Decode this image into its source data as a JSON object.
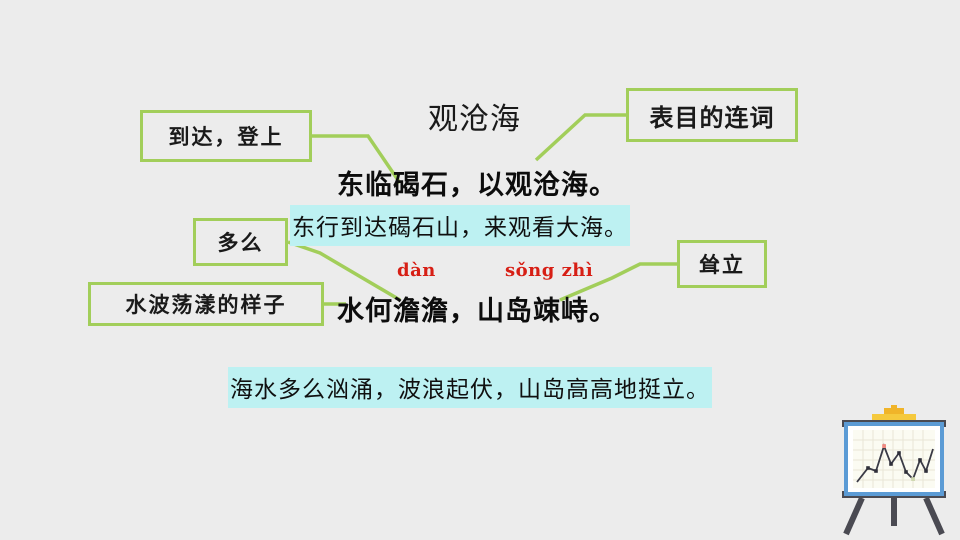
{
  "slide": {
    "background_color": "#ececec",
    "title": "观沧海",
    "highlight_color": "#bdf1f2",
    "callout_border_color": "#a2ce5a",
    "pinyin_color": "#d71f15"
  },
  "poem": {
    "line1": "东临碣石，以观沧海。",
    "line2": "水何澹澹，山岛竦峙。"
  },
  "translations": {
    "line1": "东行到达碣石山，来观看大海。",
    "line2": "海水多么汹涌，波浪起伏，山岛高高地挺立。"
  },
  "pinyin": {
    "dan": "dàn",
    "songzhi": "sǒng zhì"
  },
  "callouts": {
    "arrive": "到达，登上",
    "purpose": "表目的连词",
    "howmuch": "多么",
    "ripple": "水波荡漾的样子",
    "tower": "耸立"
  },
  "decoration": {
    "easel": "easel-line-chart-icon"
  },
  "chart_data": {
    "type": "line",
    "title": "",
    "xlabel": "",
    "ylabel": "",
    "x": [
      1,
      2,
      3,
      4,
      5,
      6,
      7,
      8,
      9,
      10,
      11
    ],
    "values": [
      12,
      38,
      30,
      82,
      44,
      66,
      24,
      10,
      52,
      28,
      70
    ],
    "ylim": [
      0,
      100
    ],
    "grid": true,
    "marker_colors": {
      "default": "#2f2f3a",
      "peak": "#f08a80",
      "trough": "#cfd8b0"
    }
  }
}
